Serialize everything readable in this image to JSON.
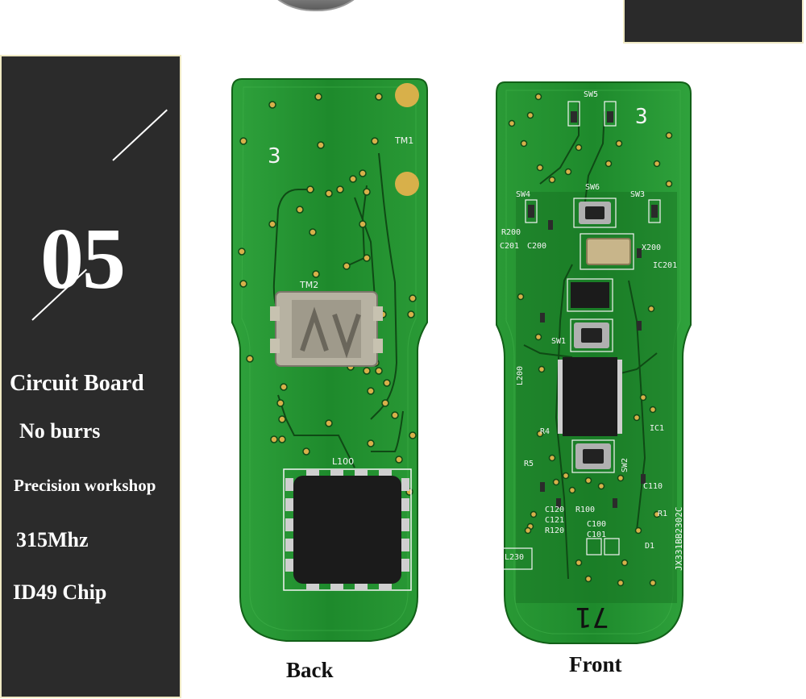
{
  "panel": {
    "number": "05",
    "features": [
      "Circuit Board",
      "No burrs",
      "Precision workshop",
      "315Mhz",
      "ID49 Chip"
    ]
  },
  "boards": {
    "back_caption": "Back",
    "front_caption": "Front",
    "back_labels": {
      "digit": "3",
      "tm1": "TM1",
      "tm2": "TM2",
      "l100": "L100"
    },
    "front_labels": {
      "digit": "3",
      "sw5": "SW5",
      "sw6": "SW6",
      "sw4": "SW4",
      "sw3": "SW3",
      "sw1": "SW1",
      "sw2": "SW2",
      "x200": "X200",
      "r200": "R200",
      "c201": "C201",
      "c200": "C200",
      "ic201": "IC201",
      "ic1": "IC1",
      "l200": "L200",
      "r4": "R4",
      "r5": "R5",
      "c110": "C110",
      "r1": "R1",
      "c120": "C120",
      "c121": "C121",
      "r120": "R120",
      "r100": "R100",
      "c100": "C100",
      "c101": "C101",
      "l230": "L230",
      "d1": "D1",
      "model": "JX331BB2302C",
      "handwriting": "71"
    }
  },
  "colors": {
    "panel_bg": "#2b2b2b",
    "panel_border": "#efe9c4",
    "pcb_green": "#1e8a2c",
    "pcb_dark": "#156b20",
    "pcb_edge": "#2fa23c",
    "pad_gold": "#d8b04a",
    "chip_black": "#1b1b1b",
    "silk": "#f4f4f4"
  }
}
